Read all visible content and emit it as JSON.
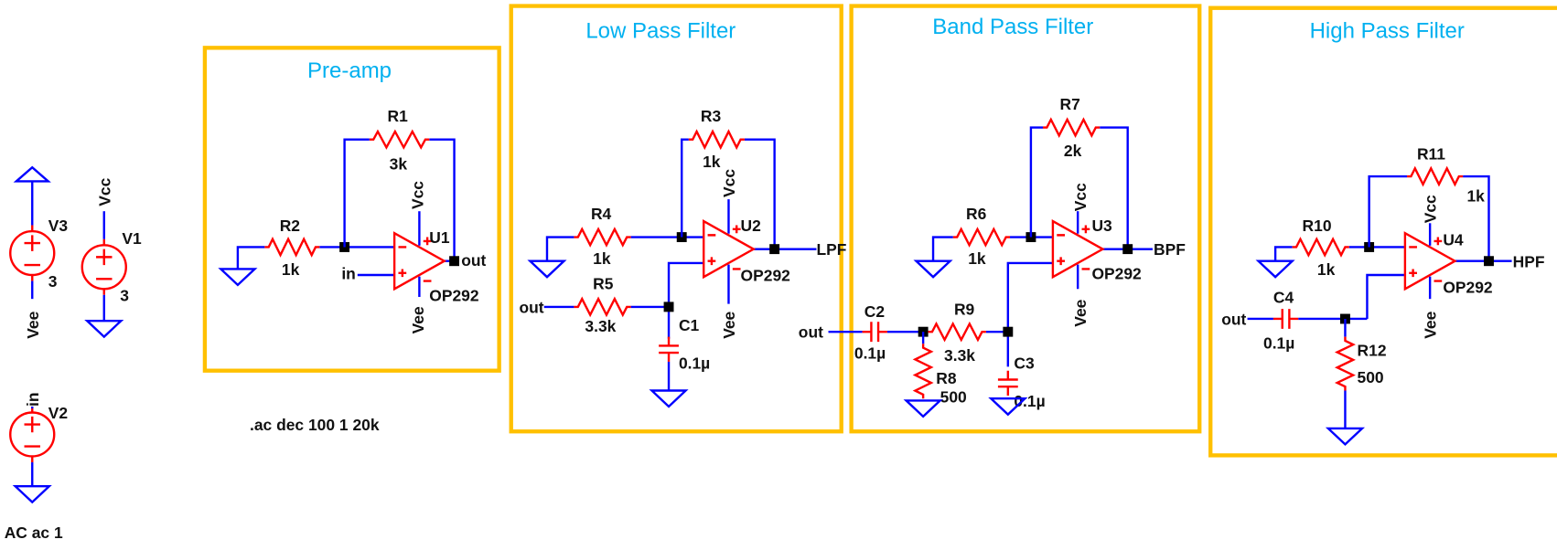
{
  "colors": {
    "wire": "#0000FF",
    "component": "#FF0000",
    "block_border": "#FFC000",
    "block_title": "#00B0F0",
    "junction": "#000000"
  },
  "blocks": [
    {
      "title": "Pre-amp"
    },
    {
      "title": "Low Pass Filter"
    },
    {
      "title": "Band Pass Filter"
    },
    {
      "title": "High Pass Filter"
    }
  ],
  "nets": {
    "vcc": "Vcc",
    "vee": "Vee",
    "in": "in",
    "out": "out",
    "lpf": "LPF",
    "bpf": "BPF",
    "hpf": "HPF"
  },
  "components": {
    "V1": {
      "ref": "V1",
      "value": "3"
    },
    "V2": {
      "ref": "V2",
      "value": "AC ac 1"
    },
    "V3": {
      "ref": "V3",
      "value": "3"
    },
    "R1": {
      "ref": "R1",
      "value": "3k"
    },
    "R2": {
      "ref": "R2",
      "value": "1k"
    },
    "R3": {
      "ref": "R3",
      "value": "1k"
    },
    "R4": {
      "ref": "R4",
      "value": "1k"
    },
    "R5": {
      "ref": "R5",
      "value": "3.3k"
    },
    "R6": {
      "ref": "R6",
      "value": "1k"
    },
    "R7": {
      "ref": "R7",
      "value": "2k"
    },
    "R8": {
      "ref": "R8",
      "value": "500"
    },
    "R9": {
      "ref": "R9",
      "value": "3.3k"
    },
    "R10": {
      "ref": "R10",
      "value": "1k"
    },
    "R11": {
      "ref": "R11",
      "value": "1k"
    },
    "R12": {
      "ref": "R12",
      "value": "500"
    },
    "C1": {
      "ref": "C1",
      "value": "0.1µ"
    },
    "C2": {
      "ref": "C2",
      "value": "0.1µ"
    },
    "C3": {
      "ref": "C3",
      "value": "0.1µ"
    },
    "C4": {
      "ref": "C4",
      "value": "0.1µ"
    },
    "U1": {
      "ref": "U1",
      "value": "OP292"
    },
    "U2": {
      "ref": "U2",
      "value": "OP292"
    },
    "U3": {
      "ref": "U3",
      "value": "OP292"
    },
    "U4": {
      "ref": "U4",
      "value": "OP292"
    }
  },
  "directive": ".ac dec 100 1 20k"
}
